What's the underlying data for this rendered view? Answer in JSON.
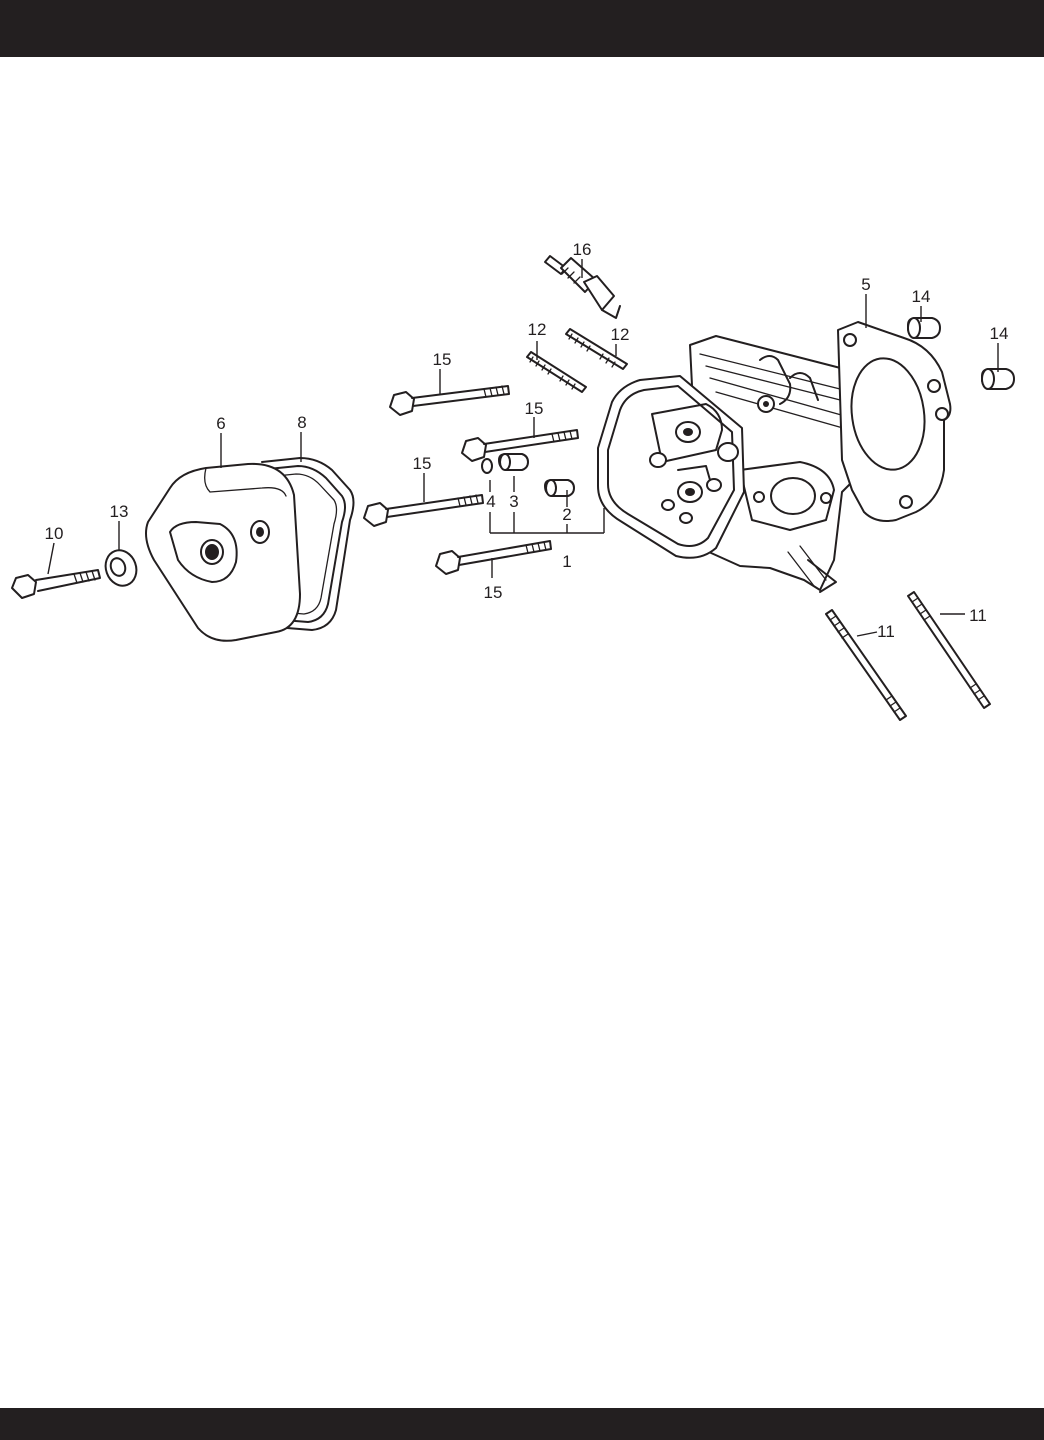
{
  "colors": {
    "ink": "#231f20",
    "paper": "#ffffff"
  },
  "callouts": [
    {
      "key": "c1",
      "label": "1"
    },
    {
      "key": "c2",
      "label": "2"
    },
    {
      "key": "c3",
      "label": "3"
    },
    {
      "key": "c4",
      "label": "4"
    },
    {
      "key": "c5",
      "label": "5"
    },
    {
      "key": "c6",
      "label": "6"
    },
    {
      "key": "c8",
      "label": "8"
    },
    {
      "key": "c10",
      "label": "10"
    },
    {
      "key": "c11a",
      "label": "11"
    },
    {
      "key": "c11b",
      "label": "11"
    },
    {
      "key": "c12a",
      "label": "12"
    },
    {
      "key": "c12b",
      "label": "12"
    },
    {
      "key": "c13",
      "label": "13"
    },
    {
      "key": "c14a",
      "label": "14"
    },
    {
      "key": "c14b",
      "label": "14"
    },
    {
      "key": "c15a",
      "label": "15"
    },
    {
      "key": "c15b",
      "label": "15"
    },
    {
      "key": "c15c",
      "label": "15"
    },
    {
      "key": "c15d",
      "label": "15"
    },
    {
      "key": "c16",
      "label": "16"
    }
  ]
}
